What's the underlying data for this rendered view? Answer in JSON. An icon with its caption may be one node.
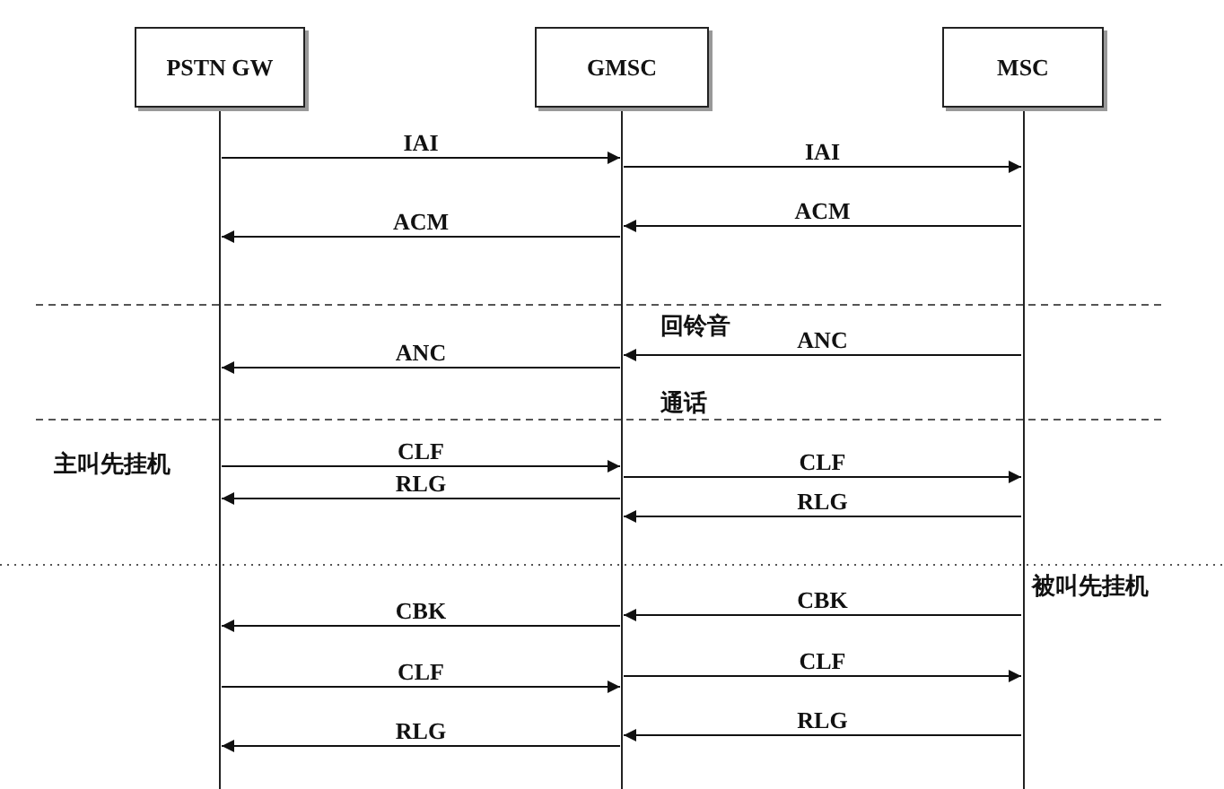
{
  "diagram": {
    "nodes": [
      {
        "text": [
          "PSTN GW"
        ]
      },
      {
        "text": [
          "GMSC"
        ]
      },
      {
        "text": [
          "MSC"
        ]
      }
    ],
    "edges": [
      {
        "from": 0,
        "to": 1,
        "arrow": "to",
        "label": "IAI"
      },
      {
        "from": 1,
        "to": 2,
        "arrow": "to",
        "label": "IAI"
      },
      {
        "from": 2,
        "to": 1,
        "arrow": "to",
        "label": "ACM"
      },
      {
        "from": 1,
        "to": 0,
        "arrow": "to",
        "label": "ACM"
      },
      {
        "from": 2,
        "to": 1,
        "arrow": "to",
        "label": "ANC"
      },
      {
        "from": 1,
        "to": 0,
        "arrow": "to",
        "label": "ANC"
      },
      {
        "from": 0,
        "to": 1,
        "arrow": "to",
        "label": "CLF"
      },
      {
        "from": 1,
        "to": 2,
        "arrow": "to",
        "label": "CLF"
      },
      {
        "from": 1,
        "to": 0,
        "arrow": "to",
        "label": "RLG"
      },
      {
        "from": 2,
        "to": 1,
        "arrow": "to",
        "label": "RLG"
      },
      {
        "from": 2,
        "to": 1,
        "arrow": "to",
        "label": "CBK"
      },
      {
        "from": 1,
        "to": 0,
        "arrow": "to",
        "label": "CBK"
      },
      {
        "from": 1,
        "to": 2,
        "arrow": "to",
        "label": "CLF"
      },
      {
        "from": 0,
        "to": 1,
        "arrow": "to",
        "label": "CLF"
      },
      {
        "from": 2,
        "to": 1,
        "arrow": "to",
        "label": "RLG"
      },
      {
        "from": 1,
        "to": 0,
        "arrow": "to",
        "label": "RLG"
      }
    ],
    "labels": [
      "回铃音",
      "通话",
      "主叫先挂机",
      "被叫先挂机"
    ]
  }
}
